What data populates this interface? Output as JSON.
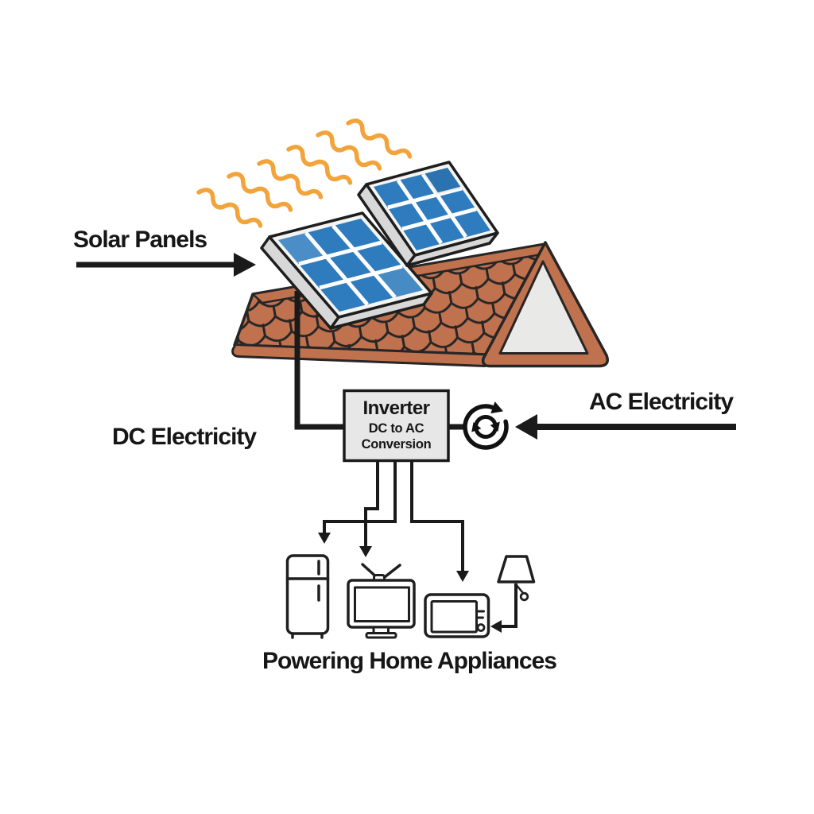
{
  "labels": {
    "solar_panels": "Solar Panels",
    "dc_electricity": "DC Electricity",
    "ac_electricity": "AC Electricity",
    "powering_home_appliances": "Powering Home Appliances"
  },
  "inverter": {
    "title": "Inverter",
    "subtitle_line1": "DC to AC",
    "subtitle_line2": "Conversion"
  },
  "icons": {
    "sun_rays": "sun-rays-icon",
    "solar_panel_left": "solar-panel-icon",
    "solar_panel_right": "solar-panel-icon",
    "roof": "tiled-roof-icon",
    "conversion_cycle": "conversion-cycle-icon",
    "refrigerator": "refrigerator-icon",
    "television": "tv-icon",
    "microwave": "microwave-icon",
    "lamp": "lamp-icon"
  },
  "colors": {
    "background": "#FFFFFF",
    "text": "#161616",
    "line_black": "#1A1A1A",
    "sun_ray_orange": "#F2A43B",
    "panel_blue": "#2E7CBE",
    "panel_frame": "#F4F4F2",
    "panel_side": "#D8D8D8",
    "roof_tile_terracotta": "#C0714E",
    "roof_outline": "#262626",
    "gable_gray": "#E9E9E7",
    "inverter_fill": "#E7E7E7"
  }
}
